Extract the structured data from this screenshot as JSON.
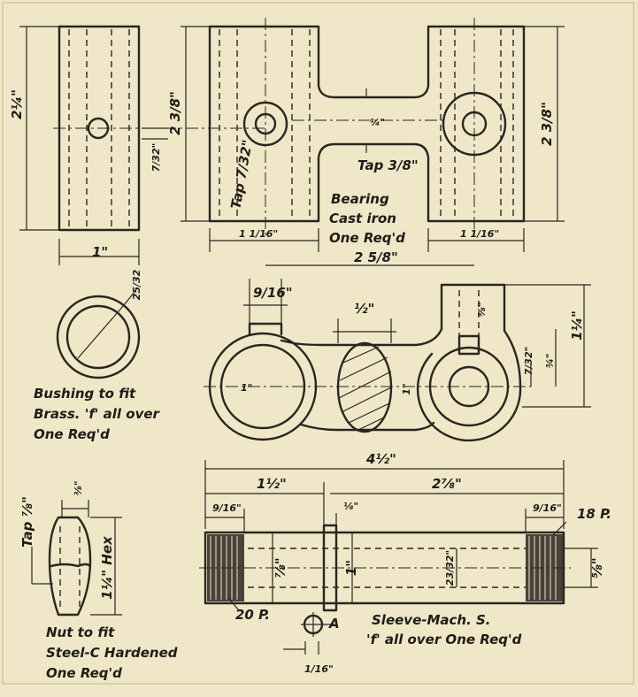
{
  "colors": {
    "paper": "#efe7c8",
    "ink": "#2a2520"
  },
  "bearing": {
    "note_line1": "Bearing",
    "note_line2": "Cast iron",
    "note_line3": "One Req'd",
    "dims": {
      "left_block_height": "2¼\"",
      "left_block_width": "1\"",
      "hole_offset": "7/32\"",
      "front_height_left": "2 3/8\"",
      "front_height_right": "2 3/8\"",
      "web_thickness": "¼\"",
      "tap_left": "Tap 7/32\"",
      "tap_right": "Tap 3/8\"",
      "boss_left_width": "1 1/16\"",
      "boss_right_width": "1 1/16\"",
      "center_distance": "2 5/8\"",
      "top_boss_width": "9/16\"",
      "web_section": "½\"",
      "small_bore": "⅜\"",
      "overall_height": "1¼\"",
      "slot_dim": "7/32\"",
      "right_height": "¾\"",
      "mid_height": "1\"",
      "bore_dia": "1\""
    }
  },
  "bushing": {
    "note_line1": "Bushing to fit",
    "note_line2": "Brass. 'f' all over",
    "note_line3": "One Req'd",
    "dim": "25/32"
  },
  "nut": {
    "note_line1": "Nut to fit",
    "note_line2": "Steel-C Hardened",
    "note_line3": "One Req'd",
    "tap": "Tap ⅞\"",
    "thickness": "⅜\"",
    "hex": "1¼\" Hex"
  },
  "sleeve": {
    "note_line1": "Sleeve-Mach. S.",
    "note_line2": "'f' all over  One Req'd",
    "overall_length": "4½\"",
    "left_len": "1½\"",
    "right_len": "2⅞\"",
    "thread_left": "9/16\"",
    "thread_right": "9/16\"",
    "collar": "⅛\"",
    "pitch_left": "20 P.",
    "pitch_right": "18 P.",
    "dia_left": "⅞\"",
    "dia_mid": "1\"",
    "bore": "23/32\"",
    "dia_right": "⅝\"",
    "section_label": "A",
    "section_dim": "1/16\""
  }
}
